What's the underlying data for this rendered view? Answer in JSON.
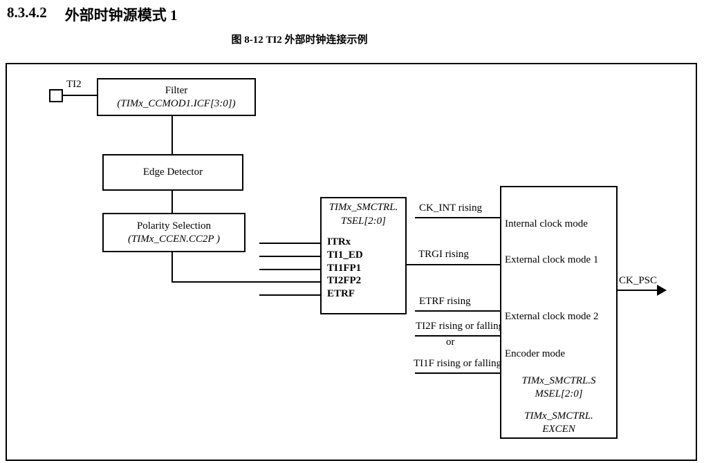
{
  "page": {
    "section_number": "8.3.4.2",
    "section_title": "外部时钟源模式 1",
    "figure_caption": "图 8-12 TI2  外部时钟连接示例"
  },
  "diagram": {
    "input_pin": "TI2",
    "filter_box": {
      "line1": "Filter",
      "line2": "(TIMx_CCMOD1.ICF[3:0])"
    },
    "edge_detector_label": "Edge Detector",
    "polarity_box": {
      "line1": "Polarity Selection",
      "line2": "(TIMx_CCEN.CC2P )"
    },
    "mux_box": {
      "title_line1": "TIMx_SMCTRL.",
      "title_line2": "TSEL[2:0]",
      "inputs": [
        "ITRx",
        "TI1_ED",
        "TI1FP1",
        "TI2FP2",
        "ETRF"
      ]
    },
    "signals": {
      "ck_int": "CK_INT rising",
      "trgi": "TRGI rising",
      "etrf": "ETRF rising",
      "ti2f": "TI2F rising or falling",
      "or_label": "or",
      "ti1f": "TI1F rising or falling"
    },
    "mode_box": {
      "internal": "Internal clock mode",
      "external1": "External clock mode 1",
      "external2": "External clock mode 2",
      "encoder": "Encoder mode",
      "smsel_line1": "TIMx_SMCTRL.S",
      "smsel_line2": "MSEL[2:0]",
      "excen_line1": "TIMx_SMCTRL.",
      "excen_line2": "EXCEN"
    },
    "output_signal": "CK_PSC"
  }
}
